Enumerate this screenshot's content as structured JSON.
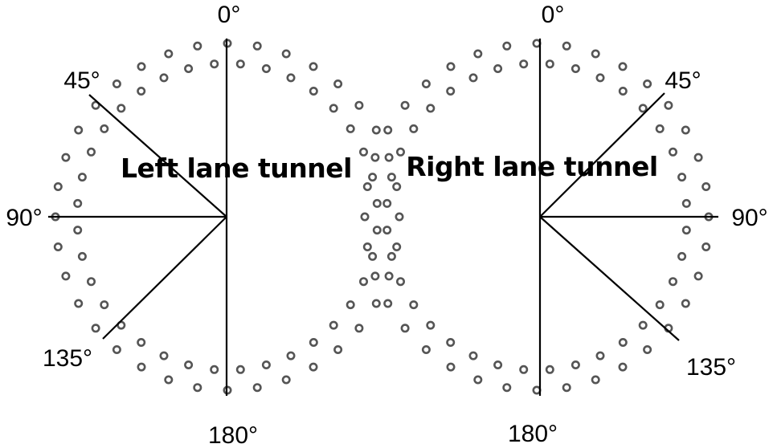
{
  "left_tunnel": {
    "title": "Left lane tunnel",
    "angle_labels": {
      "a0": "0°",
      "a45": "45°",
      "a90": "90°",
      "a135": "135°",
      "a180": "180°"
    }
  },
  "right_tunnel": {
    "title": "Right lane tunnel",
    "angle_labels": {
      "a0": "0°",
      "a45": "45°",
      "a90": "90°",
      "a135": "135°",
      "a180": "180°"
    }
  },
  "colors": {
    "line": "#000000",
    "bolt_stroke": "#555555",
    "background": "#ffffff"
  }
}
